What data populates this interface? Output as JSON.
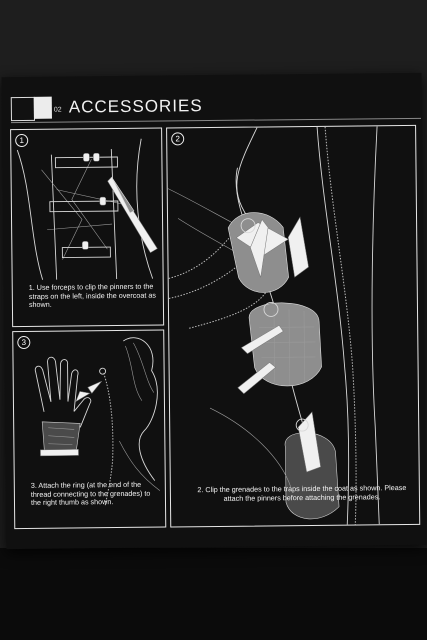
{
  "header": {
    "page_number": "02",
    "title": "ACCESSORIES"
  },
  "panels": [
    {
      "number": "1",
      "caption": "1. Use forceps to clip the pinners to the straps on the left, inside the overcoat as shown."
    },
    {
      "number": "2",
      "caption": "2. Clip the grenades to the traps inside the coat as shown. Please attach the pinners before attaching the grenades."
    },
    {
      "number": "3",
      "caption": "3. Attach the ring (at the end of the thread connecting to the grenades) to the right thumb as shown."
    }
  ],
  "colors": {
    "background": "#1e1e1e",
    "page": "#101010",
    "line": "#e6e6e6"
  }
}
